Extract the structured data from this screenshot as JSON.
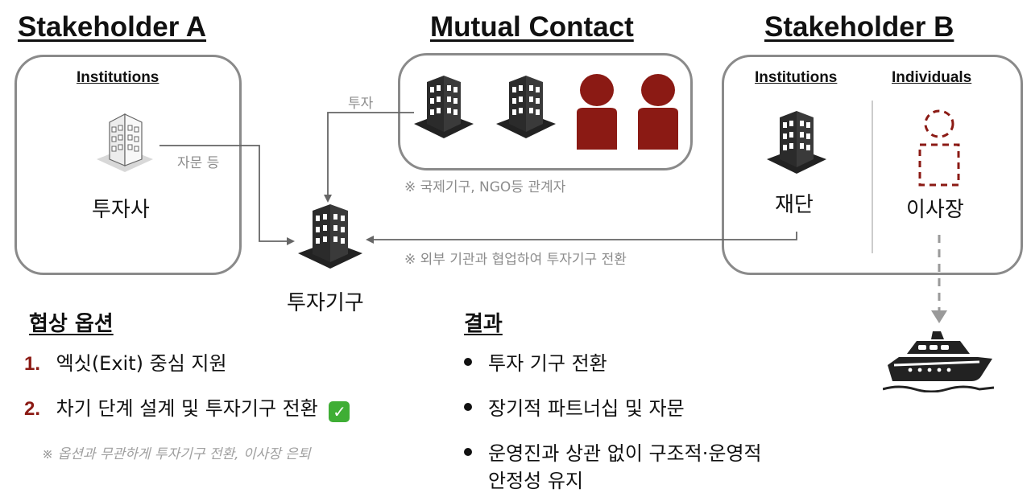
{
  "headers": {
    "stakeholder_a": "Stakeholder A",
    "mutual_contact": "Mutual Contact",
    "stakeholder_b": "Stakeholder B"
  },
  "stakeholder_a": {
    "institutions_label": "Institutions",
    "entity_label": "투자사",
    "edge_label": "자문 등"
  },
  "mutual": {
    "edge_label": "투자",
    "note": "※ 국제기구, NGO등 관계자"
  },
  "stakeholder_b": {
    "institutions_label": "Institutions",
    "individuals_label": "Individuals",
    "foundation_label": "재단",
    "chairman_label": "이사장",
    "edge_note": "※ 외부 기관과 협업하여 투자기구 전환"
  },
  "center": {
    "label": "투자기구"
  },
  "options": {
    "title": "협상 옵션",
    "items": [
      {
        "num": "1.",
        "text": "엑싯(Exit) 중심 지원",
        "checked": false
      },
      {
        "num": "2.",
        "text": "차기 단계 설계 및 투자기구 전환",
        "checked": true
      }
    ],
    "note": "※ 옵션과 무관하게 투자기구 전환, 이사장 은퇴"
  },
  "results": {
    "title": "결과",
    "items": [
      "투자 기구 전환",
      "장기적 파트너십 및 자문",
      "운영진과 상관 없이 구조적·운영적",
      "안정성 유지"
    ]
  },
  "colors": {
    "accent": "#8b1a14",
    "panel_border": "#8a8a8a",
    "muted": "#8c8c8c",
    "check": "#3fae35"
  },
  "icons": [
    "building-icon",
    "person-icon",
    "person-dashed-icon",
    "yacht-icon"
  ]
}
